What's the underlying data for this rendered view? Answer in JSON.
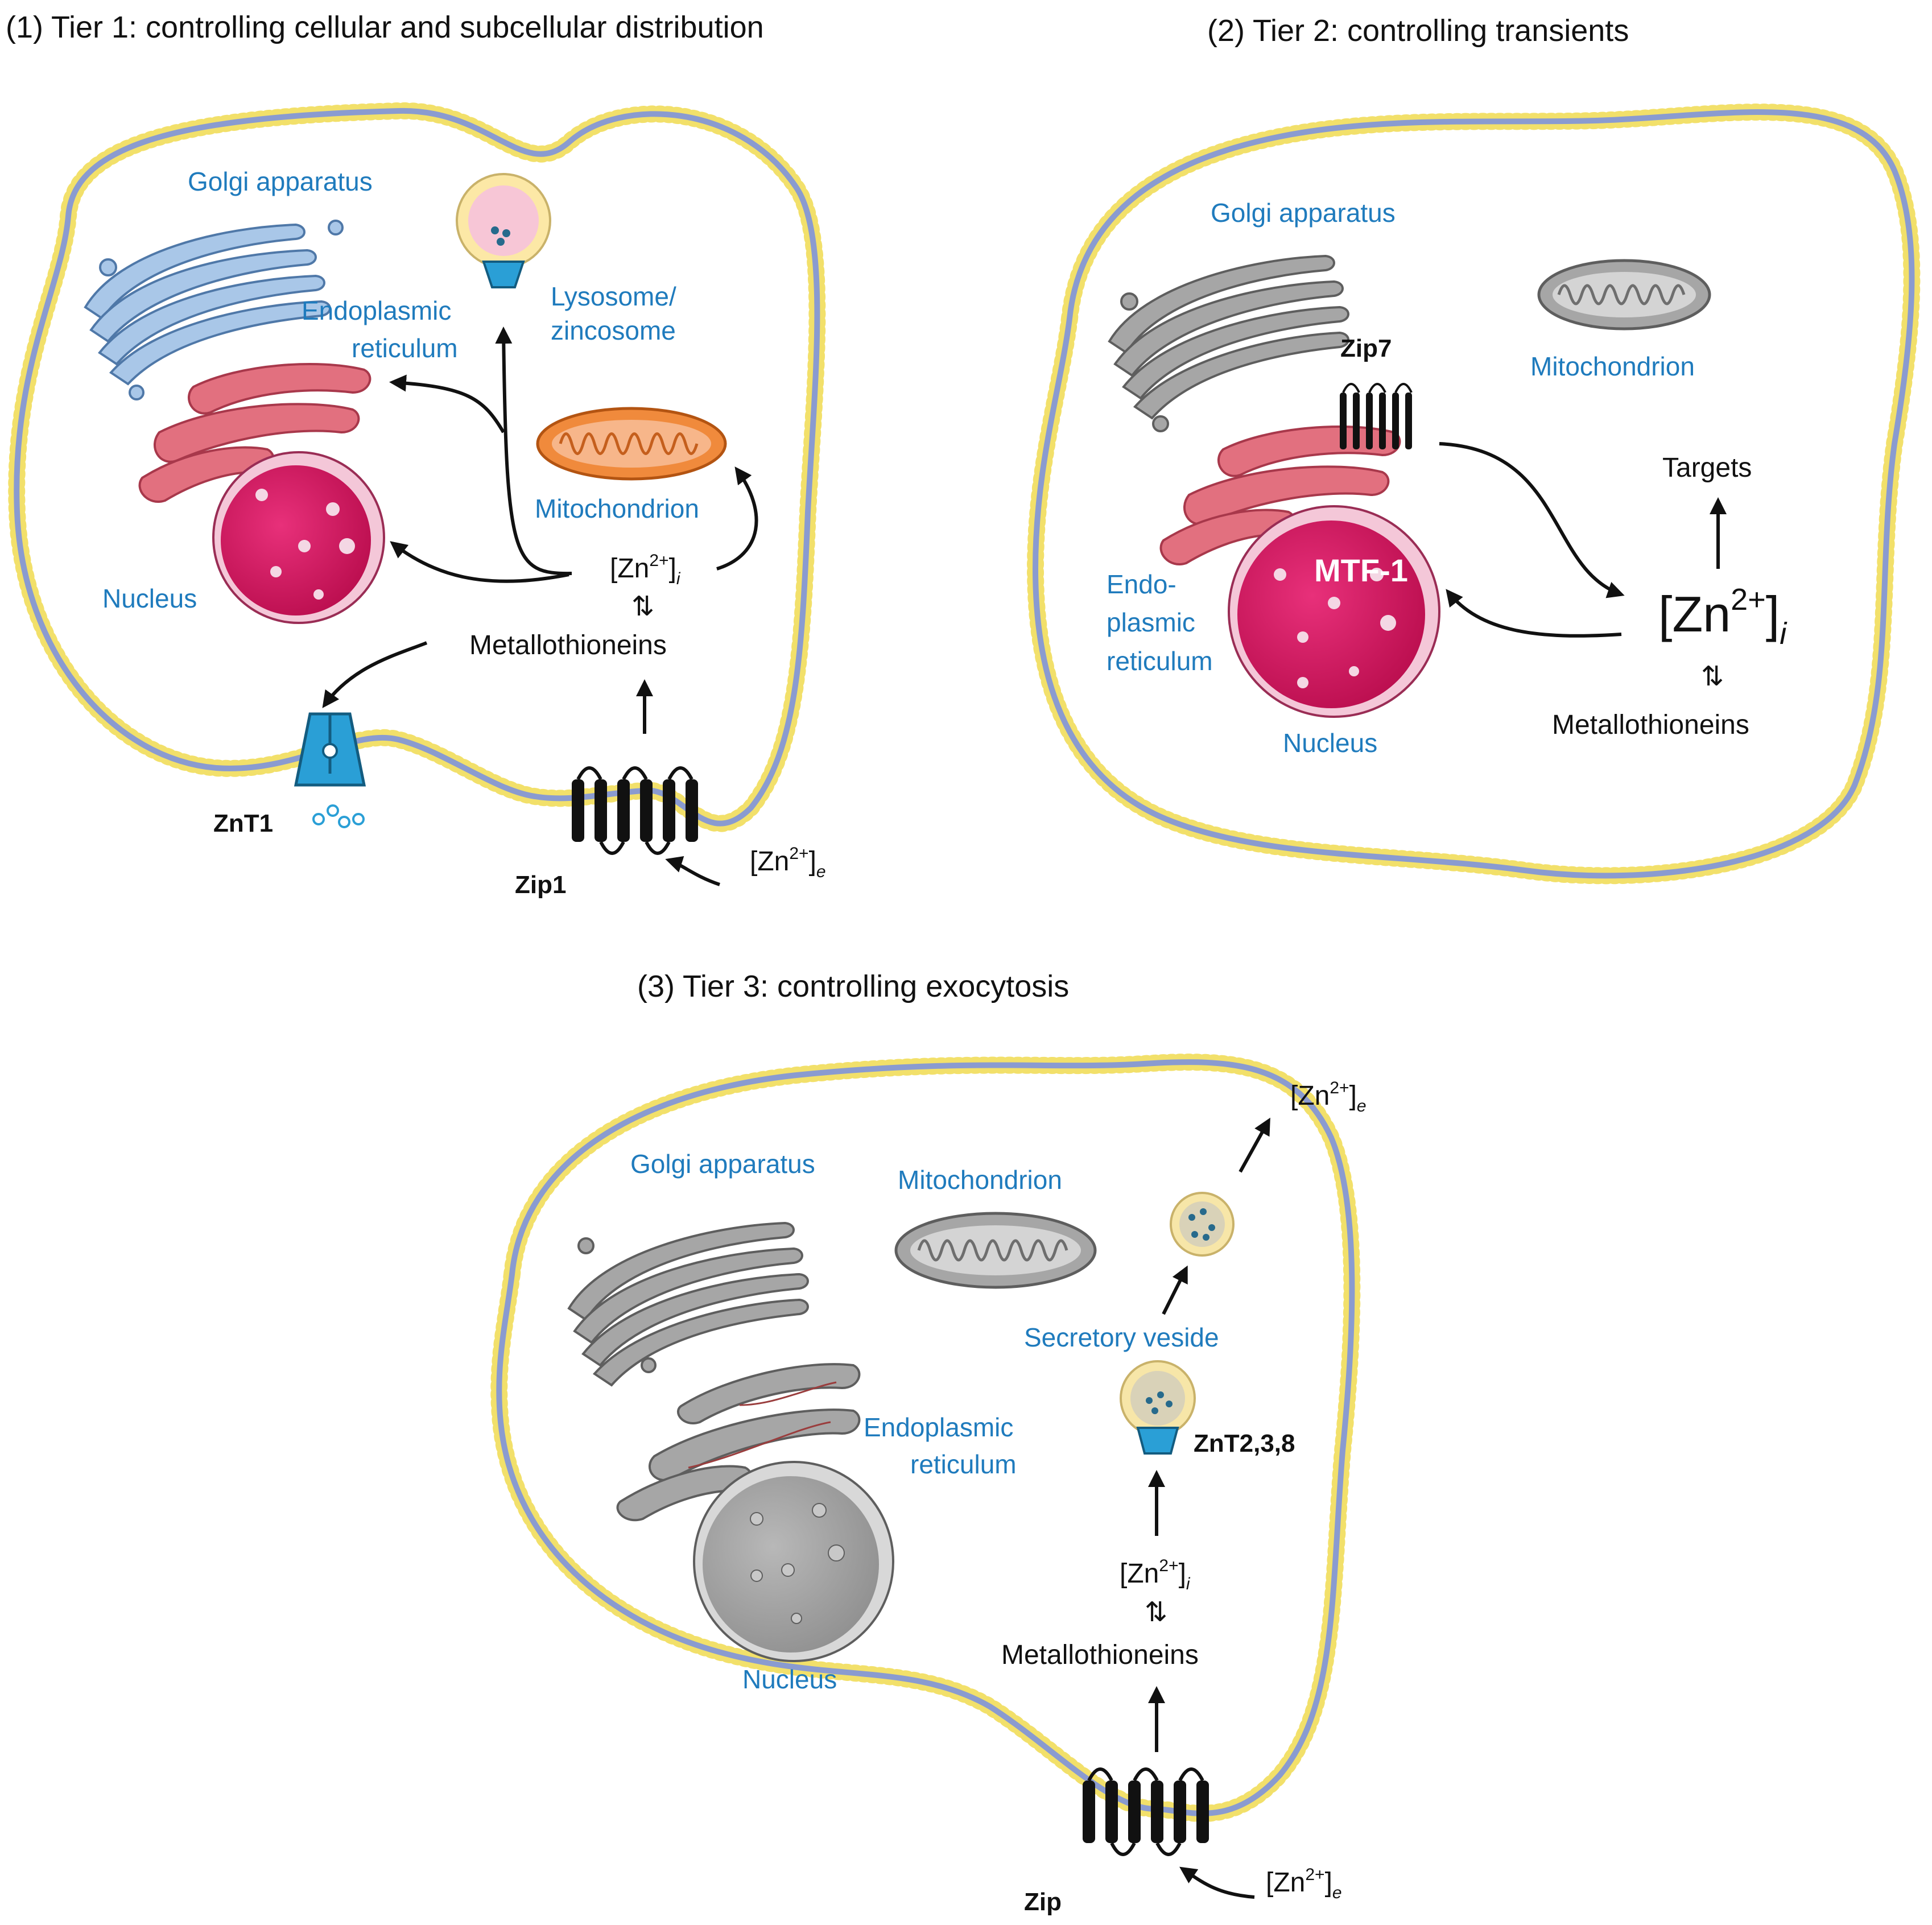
{
  "panel1": {
    "title": "(1) Tier 1: controlling cellular and subcellular distribution",
    "golgi": "Golgi apparatus",
    "er_line1": "Endoplasmic",
    "er_line2": "reticulum",
    "lysosome_line1": "Lysosome/",
    "lysosome_line2": "zincosome",
    "mitochondrion": "Mitochondrion",
    "nucleus": "Nucleus",
    "zn_i": {
      "open": "[Zn",
      "charge": "2+",
      "close": "]",
      "sub": "i"
    },
    "exchange_symbol": "⇅",
    "metallothioneins": "Metallothioneins",
    "znt1": "ZnT1",
    "zip1": "Zip1",
    "zn_e": {
      "open": "[Zn",
      "charge": "2+",
      "close": "]",
      "sub": "e"
    }
  },
  "panel2": {
    "title": "(2) Tier 2: controlling transients",
    "golgi": "Golgi apparatus",
    "mitochondrion": "Mitochondrion",
    "zip7": "Zip7",
    "targets": "Targets",
    "mtf1": "MTF-1",
    "er_line1": "Endo-",
    "er_line2": "plasmic",
    "er_line3": "reticulum",
    "zn_i": {
      "open": "[Zn",
      "charge": "2+",
      "close": "]",
      "sub": "i"
    },
    "exchange_symbol": "⇅",
    "metallothioneins": "Metallothioneins",
    "nucleus": "Nucleus"
  },
  "panel3": {
    "title": "(3) Tier 3: controlling exocytosis",
    "golgi": "Golgi apparatus",
    "mitochondrion": "Mitochondrion",
    "zn_e_top": {
      "open": "[Zn",
      "charge": "2+",
      "close": "]",
      "sub": "e"
    },
    "secretory": "Secretory veside",
    "znt": "ZnT2,3,8",
    "er_line1": "Endoplasmic",
    "er_line2": "reticulum",
    "zn_i": {
      "open": "[Zn",
      "charge": "2+",
      "close": "]",
      "sub": "i"
    },
    "exchange_symbol": "⇅",
    "metallothioneins": "Metallothioneins",
    "nucleus": "Nucleus",
    "zip": "Zip",
    "zn_e_bottom": {
      "open": "[Zn",
      "charge": "2+",
      "close": "]",
      "sub": "e"
    }
  },
  "colors": {
    "membrane": "#8a9bd0",
    "membrane_beads": "#f2e06a",
    "label_blue": "#1f7bbd",
    "nucleus_pink": "#d6105a",
    "er_red": "#d9566e",
    "golgi_blue": "#a9c7e8",
    "organelle_grey": "#a6a6a6",
    "mito_orange": "#f08a3c",
    "transporter_blue": "#2a9fd6"
  }
}
